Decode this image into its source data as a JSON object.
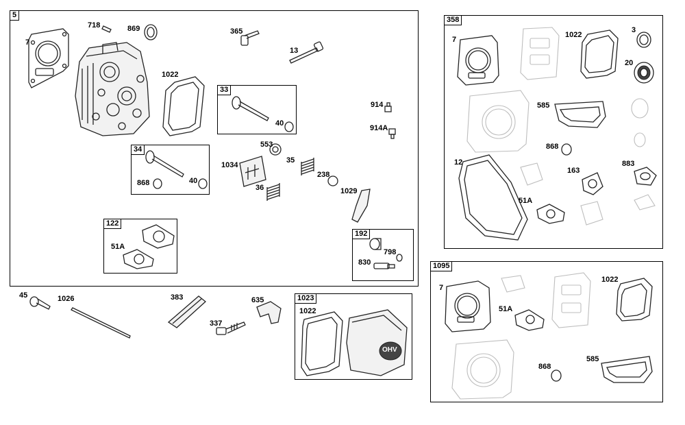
{
  "groups": {
    "main": "5",
    "kit_358": "358",
    "kit_1095": "1095",
    "valve_33": "33",
    "valve_34": "34",
    "kit_122": "122",
    "kit_192": "192",
    "cover_1023": "1023"
  },
  "labels": {
    "p7_main": "7",
    "p718": "718",
    "p869": "869",
    "p365": "365",
    "p13": "13",
    "p1022_main": "1022",
    "p914": "914",
    "p914A": "914A",
    "p40_33": "40",
    "p868_34": "868",
    "p40_34": "40",
    "p553": "553",
    "p1034": "1034",
    "p35": "35",
    "p238": "238",
    "p36": "36",
    "p1029": "1029",
    "p51A_122": "51A",
    "p798": "798",
    "p830": "830",
    "p45": "45",
    "p1026": "1026",
    "p383": "383",
    "p635": "635",
    "p337": "337",
    "p1022_1023": "1022",
    "p7_358": "7",
    "p1022_358": "1022",
    "p3_358": "3",
    "p20_358": "20",
    "p585_358": "585",
    "p868_358": "868",
    "p12_358": "12",
    "p163_358": "163",
    "p883_358": "883",
    "p51A_358": "51A",
    "p7_1095": "7",
    "p1022_1095": "1022",
    "p51A_1095": "51A",
    "p868_1095": "868",
    "p585_1095": "585"
  },
  "cover_text": "OHV"
}
